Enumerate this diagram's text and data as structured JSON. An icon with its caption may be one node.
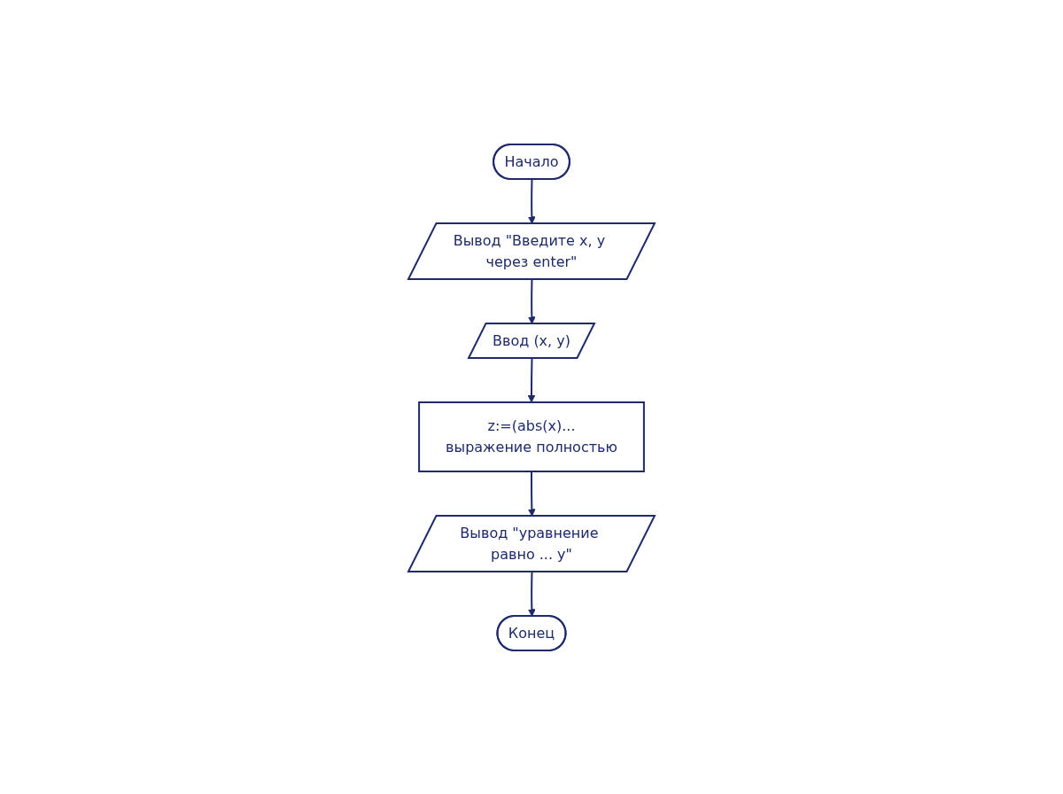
{
  "diagram": {
    "nodes": [
      {
        "text": [
          "Начало"
        ]
      },
      {
        "text": [
          "Вывод \"Введите x, y через enter\""
        ]
      },
      {
        "text": [
          "Ввод (x, y)"
        ]
      },
      {
        "text": [
          "z:=(abs(x)...",
          "выражение полностью"
        ]
      },
      {
        "text": [
          "Вывод \"уравнение равно ... y\""
        ]
      },
      {
        "text": [
          "Конец"
        ]
      }
    ],
    "edges": [
      {
        "from": 0,
        "to": 1,
        "arrow": "to"
      },
      {
        "from": 1,
        "to": 2,
        "arrow": "to"
      },
      {
        "from": 2,
        "to": 3,
        "arrow": "to"
      },
      {
        "from": 3,
        "to": 4,
        "arrow": "to"
      },
      {
        "from": 4,
        "to": 5,
        "arrow": "to"
      }
    ]
  }
}
